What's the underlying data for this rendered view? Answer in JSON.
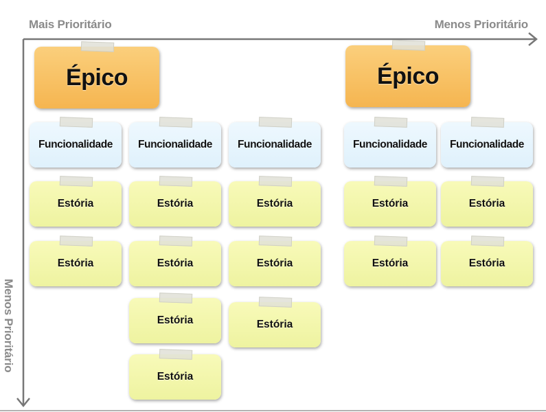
{
  "axes": {
    "top_left": "Mais Prioritário",
    "top_right": "Menos Prioritário",
    "left": "Menos Prioritário"
  },
  "epics": [
    {
      "label": "Épico",
      "features": [
        {
          "label": "Funcionalidade",
          "stories": [
            "Estória",
            "Estória"
          ]
        },
        {
          "label": "Funcionalidade",
          "stories": [
            "Estória",
            "Estória",
            "Estória",
            "Estória"
          ]
        },
        {
          "label": "Funcionalidade",
          "stories": [
            "Estória",
            "Estória",
            "Estória"
          ]
        }
      ]
    },
    {
      "label": "Épico",
      "features": [
        {
          "label": "Funcionalidade",
          "stories": [
            "Estória",
            "Estória"
          ]
        },
        {
          "label": "Funcionalidade",
          "stories": [
            "Estória",
            "Estória"
          ]
        }
      ]
    }
  ],
  "colors": {
    "epic": "#f5b550",
    "feature": "#dff1fc",
    "story": "#eef3a0",
    "axis": "#8a8a8a"
  }
}
